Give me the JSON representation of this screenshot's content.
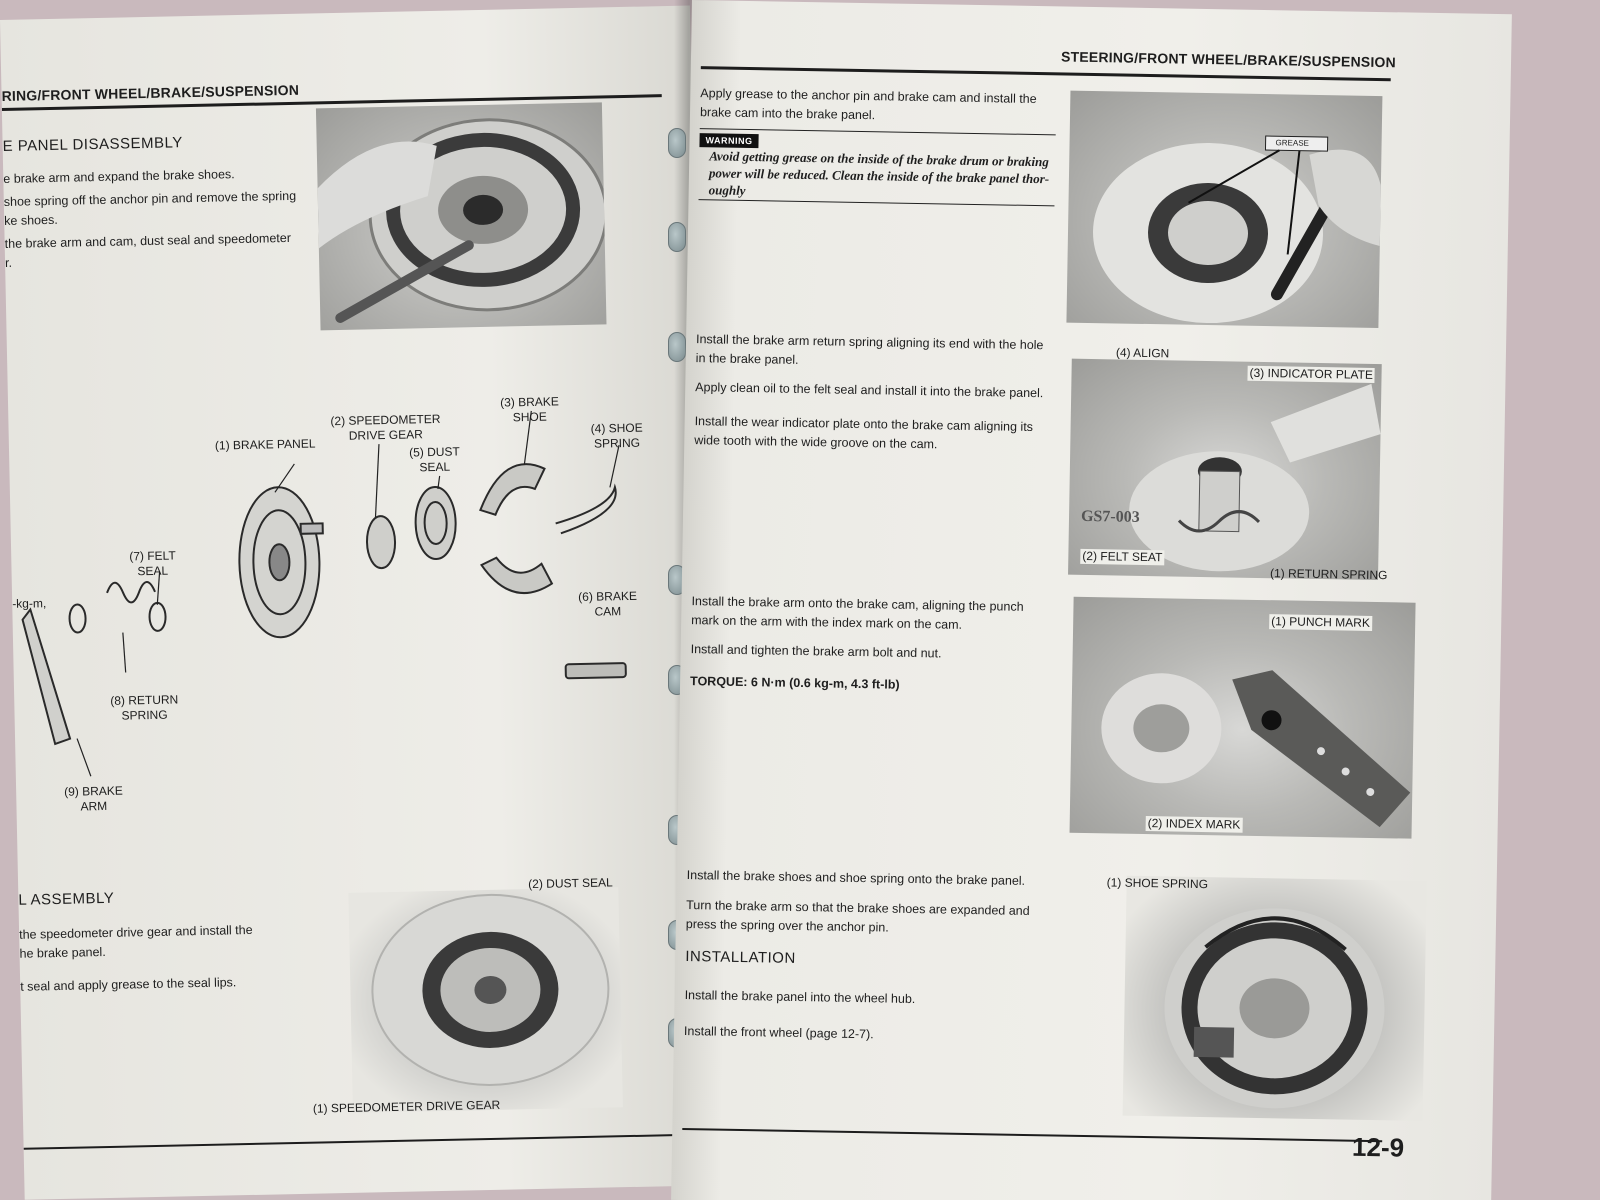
{
  "left_page": {
    "header": "RING/FRONT WHEEL/BRAKE/SUSPENSION",
    "disassembly": {
      "title": "E PANEL DISASSEMBLY",
      "lines": [
        "e brake arm and expand the brake shoes.",
        "shoe spring off the anchor pin and remove the spring",
        "ke shoes.",
        "the brake arm and cam, dust seal and speedometer",
        "r."
      ]
    },
    "diagram_labels": {
      "brake_panel": "(1) BRAKE PANEL",
      "speedo_gear_1": "(2) SPEEDOMETER",
      "speedo_gear_2": "DRIVE GEAR",
      "brake_shoe_1": "(3) BRAKE",
      "brake_shoe_2": "SHOE",
      "shoe_spring_1": "(4) SHOE",
      "shoe_spring_2": "SPRING",
      "dust_seal_1": "(5) DUST",
      "dust_seal_2": "SEAL",
      "brake_cam_1": "(6) BRAKE",
      "brake_cam_2": "CAM",
      "felt_seal_1": "(7) FELT",
      "felt_seal_2": "SEAL",
      "return_spring_1": "(8) RETURN",
      "return_spring_2": "SPRING",
      "brake_arm_1": "(9) BRAKE",
      "brake_arm_2": "ARM",
      "torque_frag": "-kg-m,"
    },
    "assembly": {
      "title": "L ASSEMBLY",
      "lines": [
        "the speedometer drive gear and install the",
        "he brake panel.",
        "t seal and apply grease to the seal lips."
      ],
      "photo_labels": {
        "dust_seal": "(2) DUST SEAL",
        "speedo_gear": "(1) SPEEDOMETER DRIVE GEAR"
      }
    }
  },
  "right_page": {
    "header": "STEERING/FRONT WHEEL/BRAKE/SUSPENSION",
    "step1": [
      "Apply grease to the anchor pin and brake cam and install the",
      "brake cam into the brake panel."
    ],
    "warning": {
      "tag": "WARNING",
      "lines": [
        "Avoid getting grease on the inside of the brake drum or braking",
        "power will be reduced. Clean the inside of the brake panel thor-",
        "oughly"
      ]
    },
    "grease_label": "GREASE",
    "step2": [
      "Install the brake arm return spring aligning its end with the hole",
      "in the brake panel."
    ],
    "step3": "Apply clean oil to the felt seal and install it into the brake panel.",
    "step4": [
      "Install the wear indicator plate onto the brake cam aligning its",
      "wide tooth with the wide groove on the cam."
    ],
    "photo2_labels": {
      "align": "(4) ALIGN",
      "indicator": "(3) INDICATOR PLATE",
      "felt": "(2) FELT SEAT",
      "return": "(1) RETURN SPRING",
      "stamp": "GS7-003"
    },
    "step5": [
      "Install the brake arm onto the brake cam, aligning the punch",
      "mark on the arm with the index mark on the cam."
    ],
    "step6": "Install and tighten the brake arm bolt and nut.",
    "torque": "TORQUE: 6 N·m (0.6 kg-m, 4.3 ft-lb)",
    "photo3_labels": {
      "punch": "(1) PUNCH MARK",
      "index": "(2) INDEX MARK"
    },
    "step7": "Install the brake shoes and shoe spring onto the brake panel.",
    "step8": [
      "Turn the brake arm so that the brake shoes are expanded and",
      "press the spring over the anchor pin."
    ],
    "installation_title": "INSTALLATION",
    "step9": "Install the brake panel into the wheel hub.",
    "step10": "Install the front wheel (page 12-7).",
    "photo4_label": "(1) SHOE SPRING",
    "page_number": "12-9"
  }
}
